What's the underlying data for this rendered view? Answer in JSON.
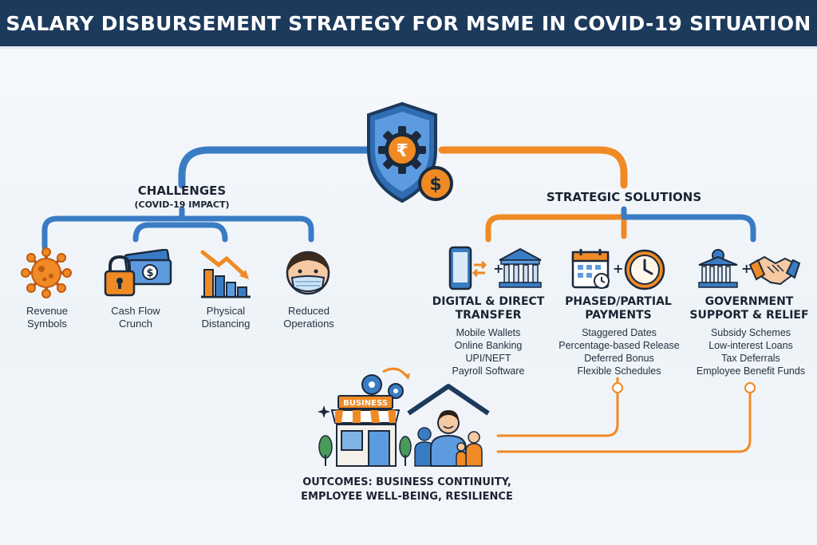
{
  "title": "SALARY DISBURSEMENT STRATEGY FOR MSME IN COVID-19 SITUATION",
  "colors": {
    "blue": "#3a7cc4",
    "orange": "#f08a24",
    "navy": "#1c3a5c",
    "dark": "#1c2433"
  },
  "challenges": {
    "title": "CHALLENGES",
    "subtitle": "(COVID-19 IMPACT)",
    "items": [
      {
        "label_line1": "Revenue",
        "label_line2": "Symbols",
        "icon": "virus-icon"
      },
      {
        "label_line1": "Cash Flow",
        "label_line2": "Crunch",
        "icon": "lock-cash-icon"
      },
      {
        "label_line1": "Physical",
        "label_line2": "Distancing",
        "icon": "declining-chart-icon"
      },
      {
        "label_line1": "Reduced",
        "label_line2": "Operations",
        "icon": "masked-person-icon"
      }
    ]
  },
  "solutions": {
    "title": "STRATEGIC SOLUTIONS",
    "columns": [
      {
        "title_line1": "DIGITAL & DIRECT",
        "title_line2": "TRANSFER",
        "items": [
          "Mobile Wallets",
          "Online Banking",
          "UPI/NEFT",
          "Payroll Software"
        ],
        "icons": [
          "phone-transfer-icon",
          "bank-icon"
        ]
      },
      {
        "title_line1": "PHASED/PARTIAL",
        "title_line2": "PAYMENTS",
        "items": [
          "Staggered Dates",
          "Percentage-based Release",
          "Deferred Bonus",
          "Flexible Schedules"
        ],
        "icons": [
          "calendar-icon",
          "clock-icon"
        ]
      },
      {
        "title_line1": "GOVERNMENT",
        "title_line2": "SUPPORT & RELIEF",
        "items": [
          "Subsidy Schemes",
          "Low-interest Loans",
          "Tax Deferrals",
          "Employee Benefit Funds"
        ],
        "icons": [
          "government-building-icon",
          "handshake-icon"
        ]
      }
    ]
  },
  "plus_symbol": "+",
  "business_sign": "BUSINESS",
  "outcomes": {
    "line1": "OUTCOMES: BUSINESS CONTINUITY,",
    "line2": "EMPLOYEE WELL-BEING, RESILIENCE"
  }
}
